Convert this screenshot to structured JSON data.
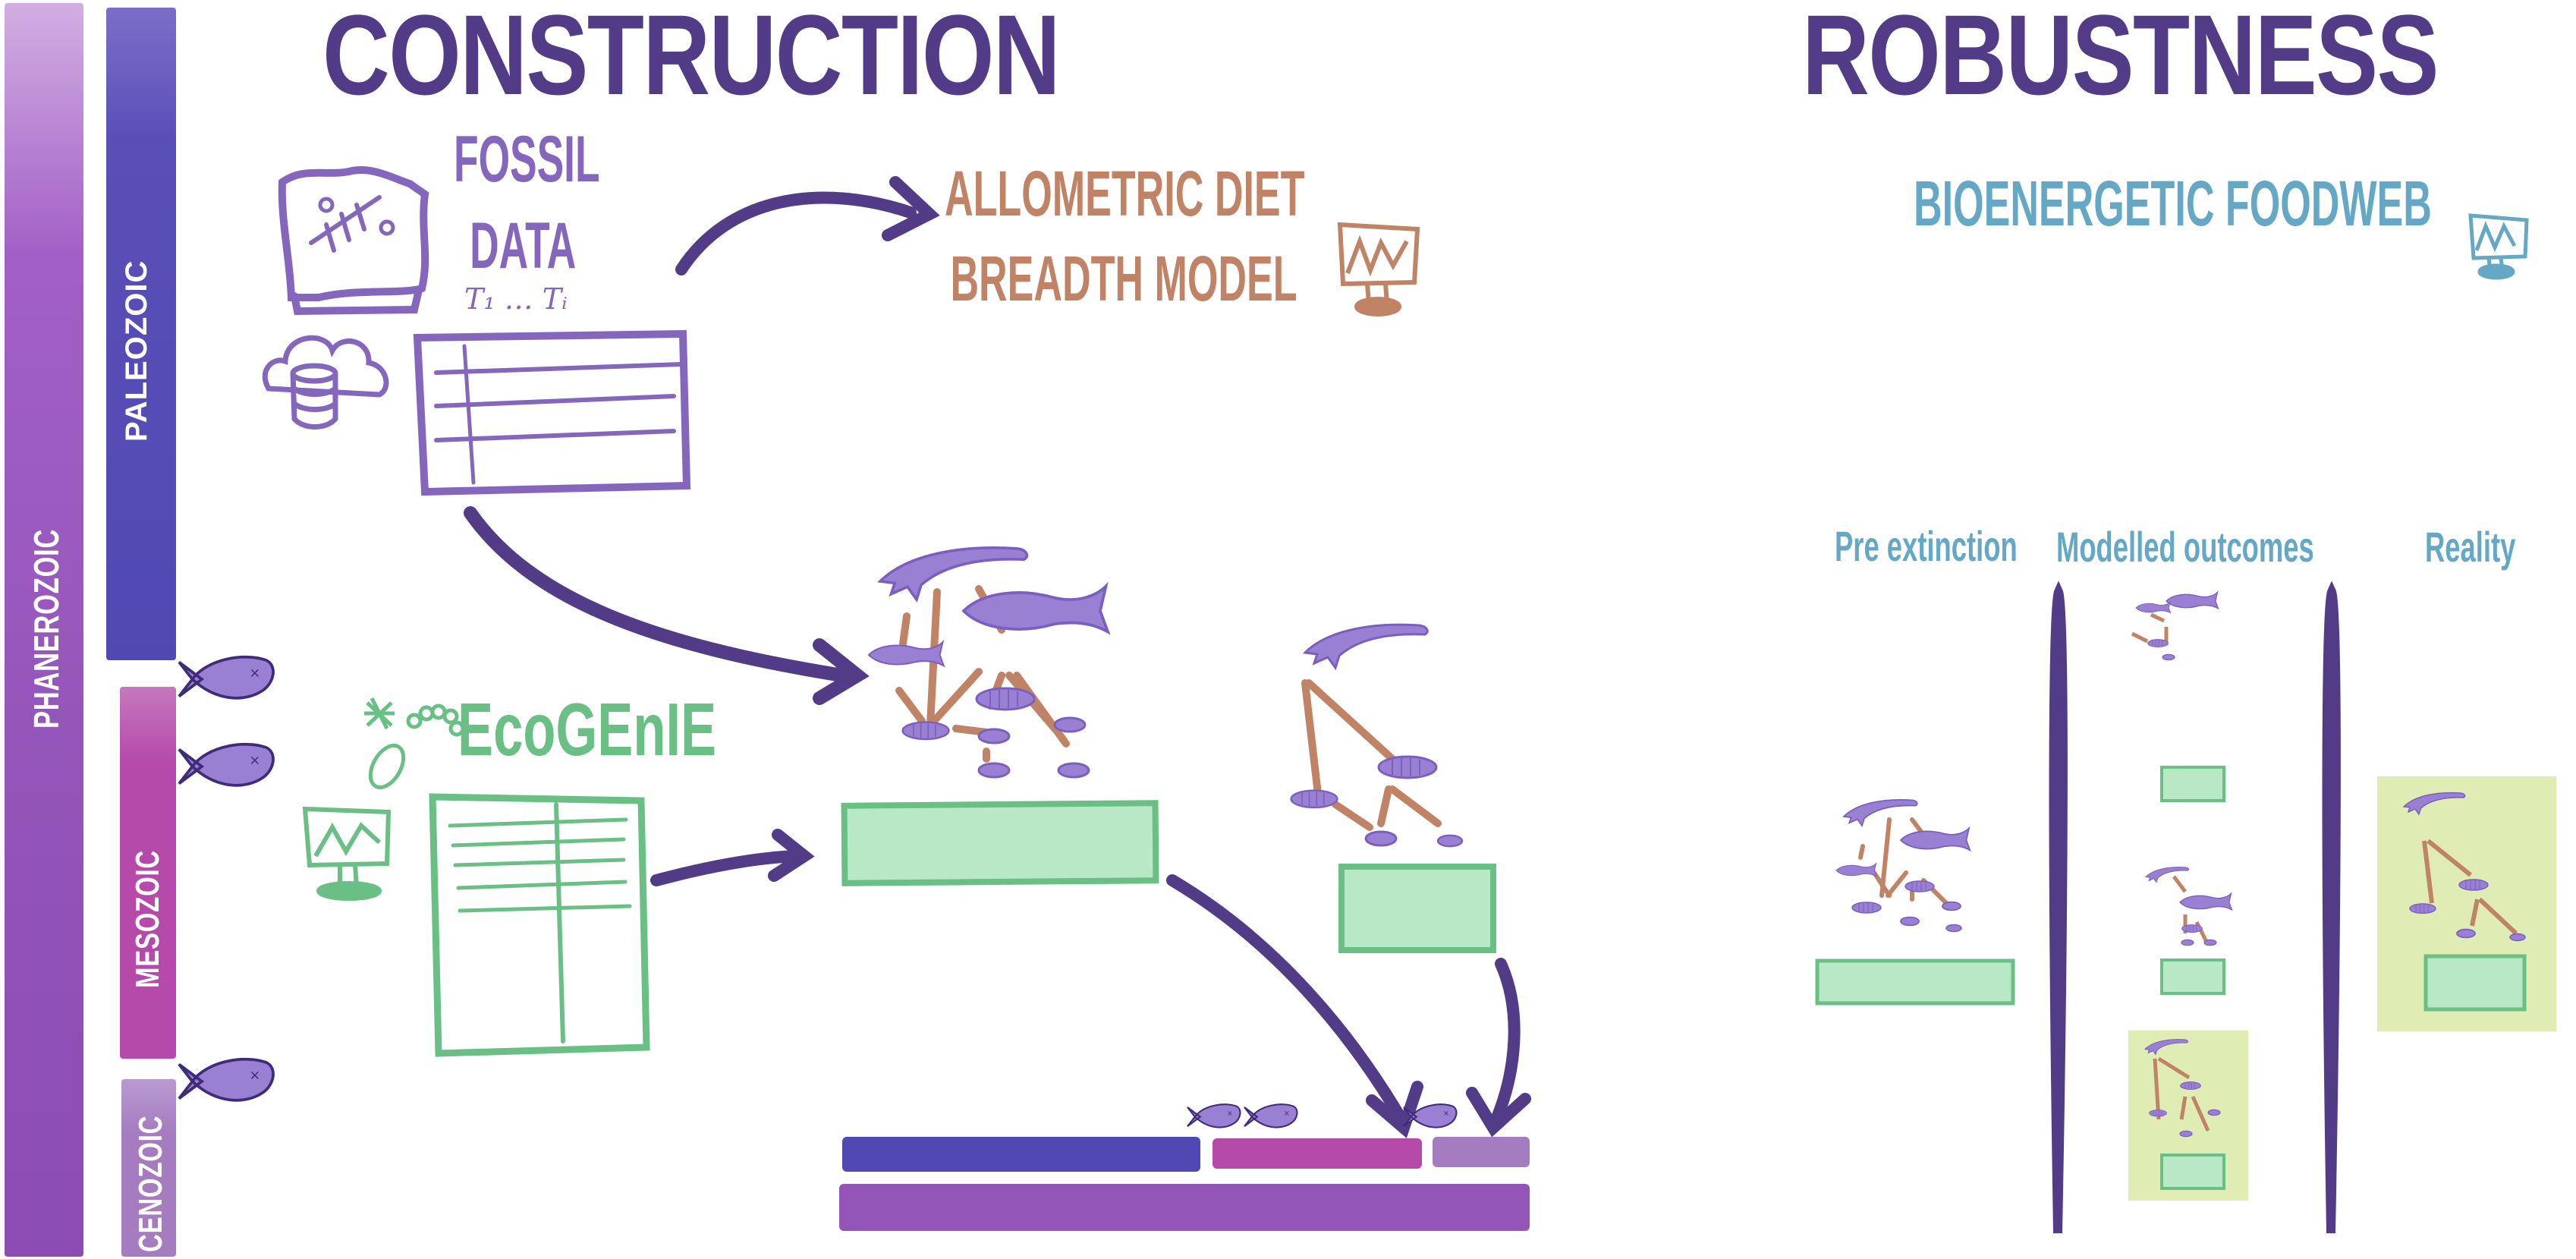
{
  "titles": {
    "construction": "CONSTRUCTION",
    "robustness": "ROBUSTNESS"
  },
  "timeline": {
    "phanerozoic": "PHANEROZOIC",
    "paleozoic": "PALEOZOIC",
    "mesozoic": "MESOZOIC",
    "cenozoic": "CENOZOIC"
  },
  "construction": {
    "fossil_data": [
      "FOSSIL",
      "DATA"
    ],
    "table_header": "T₁ … Tᵢ",
    "allometric_model": [
      "ALLOMETRIC DIET",
      "BREADTH MODEL"
    ],
    "ecogenie": "EcoGEnIE"
  },
  "robustness": {
    "bioenergetic": "BIOENERGETIC FOODWEB",
    "columns": [
      "Pre extinction",
      "Modelled outcomes",
      "Reality"
    ]
  },
  "colors": {
    "title": "#523c87",
    "fossil": "#8466bd",
    "allometric": "#c08366",
    "bioenergetic": "#64a8c6",
    "ecogenie": "#69bf84",
    "arrow": "#523c87",
    "link": "#c08366",
    "phanerozoic": "#9455b9",
    "paleozoic": "#5149b3",
    "mesozoic": "#b54aaa",
    "cenozoic": "#a57cc0",
    "highlight": "#dfedb4",
    "plankton": "#b9e8c7"
  }
}
